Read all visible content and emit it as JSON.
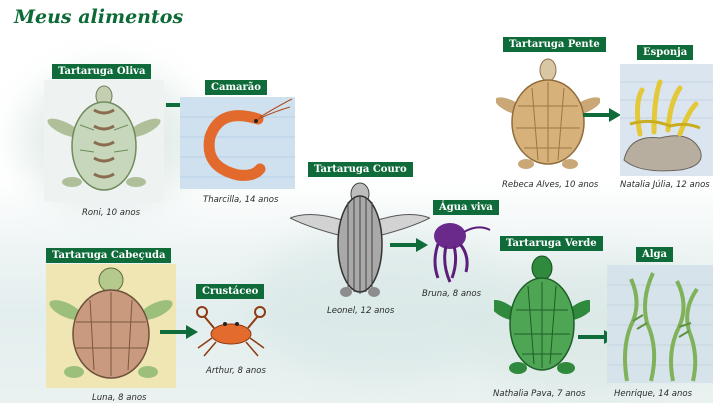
{
  "title": "Meus alimentos",
  "cards": {
    "tartaruga_oliva": {
      "label": "Tartaruga Oliva",
      "author": "Roni, 10 anos"
    },
    "camarao": {
      "label": "Camarão",
      "author": "Tharcilla, 14 anos"
    },
    "tartaruga_couro": {
      "label": "Tartaruga Couro",
      "author": "Leonel, 12 anos"
    },
    "agua_viva": {
      "label": "Água viva",
      "author": "Bruna, 8 anos"
    },
    "tartaruga_pente": {
      "label": "Tartaruga Pente",
      "author": "Rebeca Alves, 10 anos"
    },
    "esponja": {
      "label": "Esponja",
      "author": "Natalia Júlia, 12 anos"
    },
    "tartaruga_cabecuda": {
      "label": "Tartaruga Cabeçuda",
      "author": "Luna, 8 anos"
    },
    "crustaceo": {
      "label": "Crustáceo",
      "author": "Arthur, 8 anos"
    },
    "tartaruga_verde": {
      "label": "Tartaruga Verde",
      "author": "Nathalia Pava, 7 anos"
    },
    "alga": {
      "label": "Alga",
      "author": "Henrique, 14 anos"
    }
  },
  "colors": {
    "accent": "#0f6b3a",
    "title": "#0c6a36"
  }
}
